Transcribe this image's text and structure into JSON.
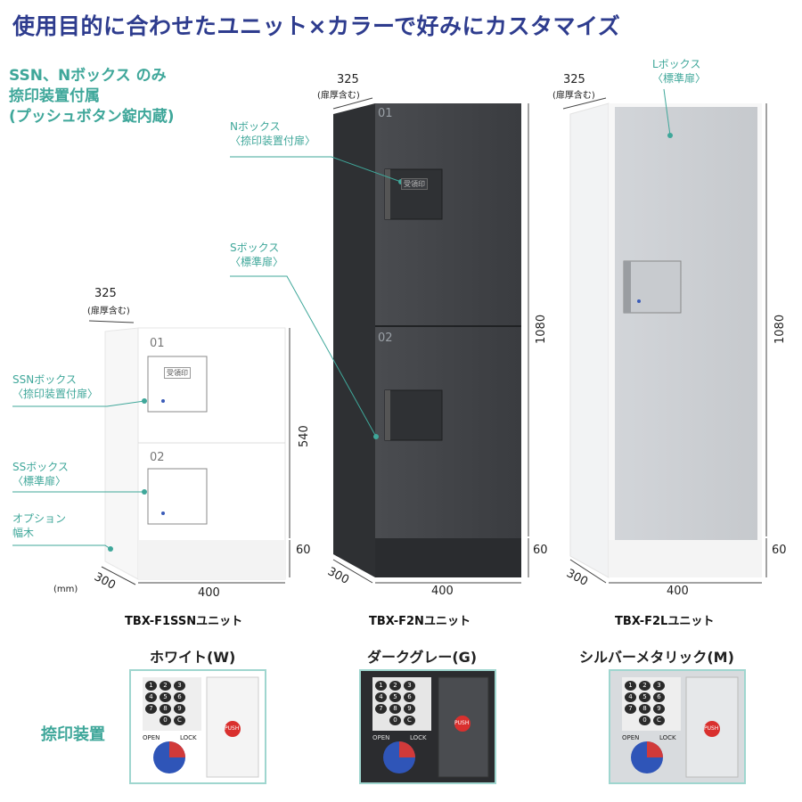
{
  "title": "使用目的に合わせたユニット×カラーで好みにカスタマイズ",
  "note": {
    "line1": "SSN、Nボックス のみ",
    "line2": "捺印装置付属",
    "line3": "(プッシュボタン錠内蔵)"
  },
  "callouts": {
    "n_box": {
      "name": "Nボックス",
      "sub": "〈捺印装置付扉〉"
    },
    "s_box": {
      "name": "Sボックス",
      "sub": "〈標準扉〉"
    },
    "ssn_box": {
      "name": "SSNボックス",
      "sub": "〈捺印装置付扉〉"
    },
    "ss_box": {
      "name": "SSボックス",
      "sub": "〈標準扉〉"
    },
    "option": {
      "name": "オプション",
      "sub": "幅木"
    },
    "l_box": {
      "name": "Lボックス",
      "sub": "〈標準扉〉"
    }
  },
  "units": {
    "left": {
      "model": "TBX-F1SSNユニット",
      "depth": "325",
      "depth_note": "(扉厚含む)",
      "height": "540",
      "base": "60",
      "width": "400",
      "side": "300",
      "unit_label": "(mm)",
      "box1": "01",
      "box2": "02",
      "stamp": "受領印"
    },
    "middle": {
      "model": "TBX-F2Nユニット",
      "depth": "325",
      "depth_note": "(扉厚含む)",
      "height": "1080",
      "base": "60",
      "width": "400",
      "side": "300",
      "box1": "01",
      "box2": "02",
      "stamp": "受領印"
    },
    "right": {
      "model": "TBX-F2Lユニット",
      "depth": "325",
      "depth_note": "(扉厚含む)",
      "height": "1080",
      "base": "60",
      "width": "400",
      "side": "300"
    }
  },
  "colors": {
    "white": {
      "label": "ホワイト(W)",
      "hex": "#f4f4f2"
    },
    "gray": {
      "label": "ダークグレー(G)",
      "hex": "#3a3c3f"
    },
    "silver": {
      "label": "シルバーメタリック(M)",
      "hex": "#d6d8db"
    }
  },
  "device_label": "捺印装置",
  "accent": "#3fa79a",
  "title_color": "#2e3c8e",
  "keypad": [
    "1",
    "2",
    "3",
    "4",
    "5",
    "6",
    "7",
    "8",
    "9",
    "0",
    "C"
  ],
  "device_text": {
    "open": "OPEN",
    "lock": "LOCK",
    "push": "PUSH"
  }
}
